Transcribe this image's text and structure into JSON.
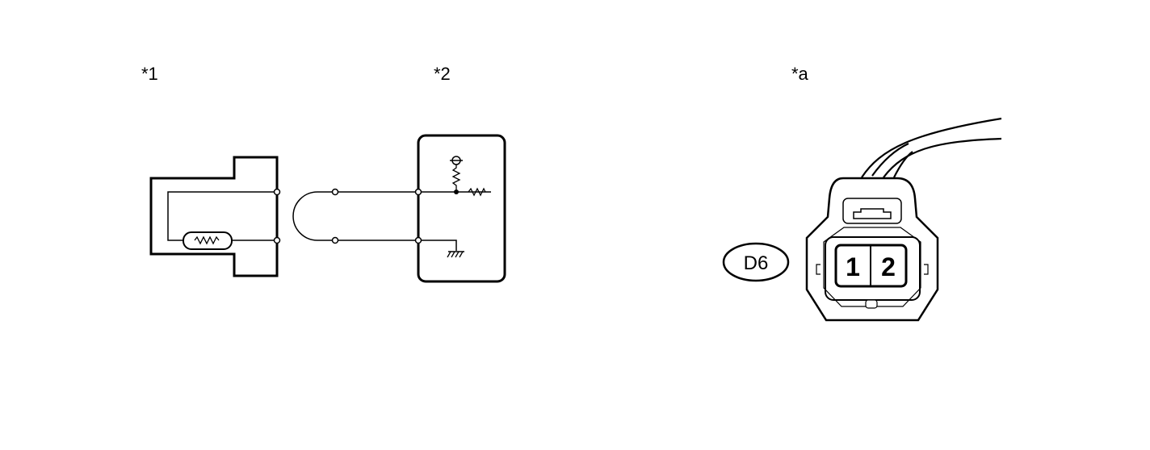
{
  "labels": {
    "sensor": "*1",
    "ecu": "*2",
    "connector_view": "*a"
  },
  "connector": {
    "id": "D6",
    "pins": [
      "1",
      "2"
    ]
  }
}
